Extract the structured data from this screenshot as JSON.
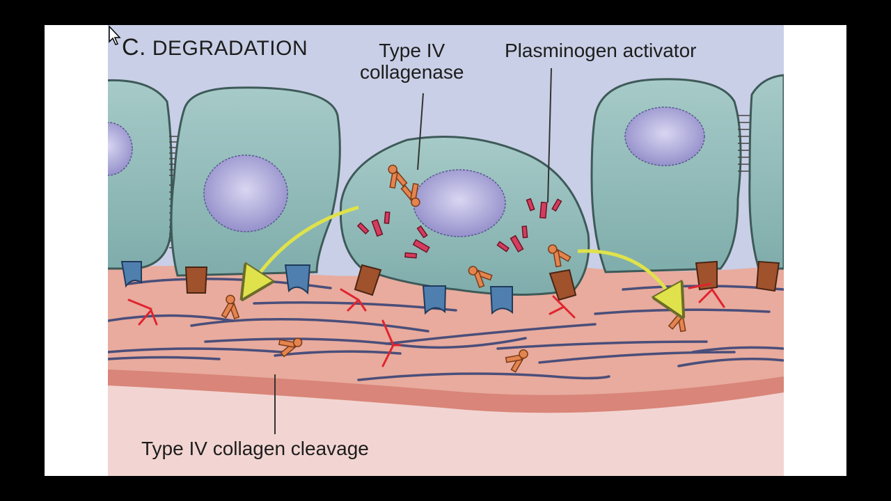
{
  "panel": {
    "letter": "C.",
    "title": "DEGRADATION"
  },
  "labels": {
    "collagenase_line1": "Type IV",
    "collagenase_line2": "collagenase",
    "activator": "Plasminogen activator",
    "cleavage": "Type IV collagen cleavage"
  },
  "colors": {
    "background": "#c9cfe6",
    "cell_body": "#8fb9b7",
    "nucleus": "#a9a5d6",
    "matrix": "#e7a79a",
    "basement_band": "#d9857a",
    "collagen_fiber": "#4a4e7a",
    "collagenase": "#e4844e",
    "activator": "#d43d5e",
    "cleaved": "#e0242f",
    "receptor_blue": "#4f7fae",
    "receptor_brown": "#a0522d",
    "arrow": "#dfe24a"
  }
}
